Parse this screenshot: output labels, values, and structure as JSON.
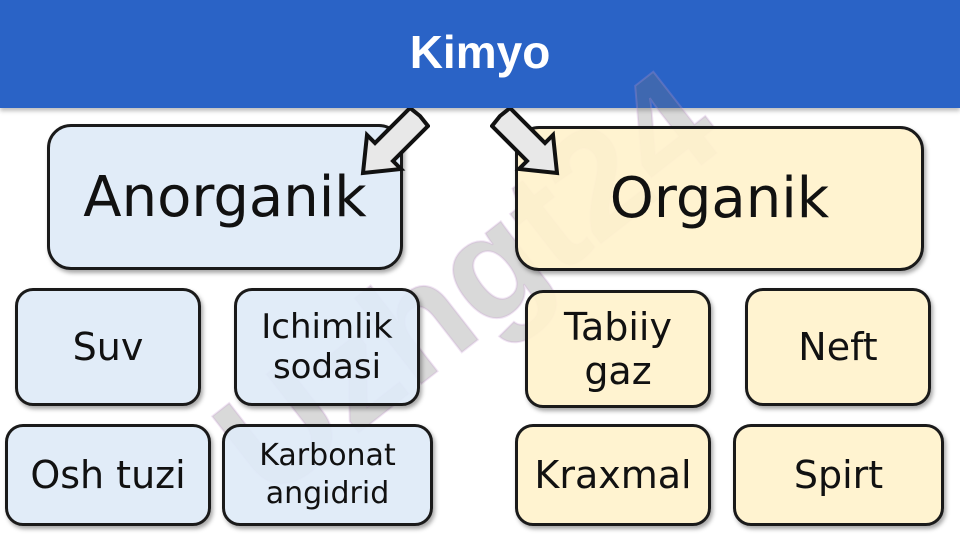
{
  "title": "Kimyo",
  "watermark": "Uzhgt24",
  "categories": {
    "inorganic": {
      "label": "Anorganik",
      "items": [
        "Suv",
        "Ichimlik sodasi",
        "Osh tuzi",
        "Karbonat angidrid"
      ]
    },
    "organic": {
      "label": "Organik",
      "items": [
        "Tabiiy gaz",
        "Neft",
        "Kraxmal",
        "Spirt"
      ]
    }
  },
  "colors": {
    "header": "#2a63c6",
    "inorganic_fill": "#dfe9f6",
    "organic_fill": "#fff1cc"
  }
}
